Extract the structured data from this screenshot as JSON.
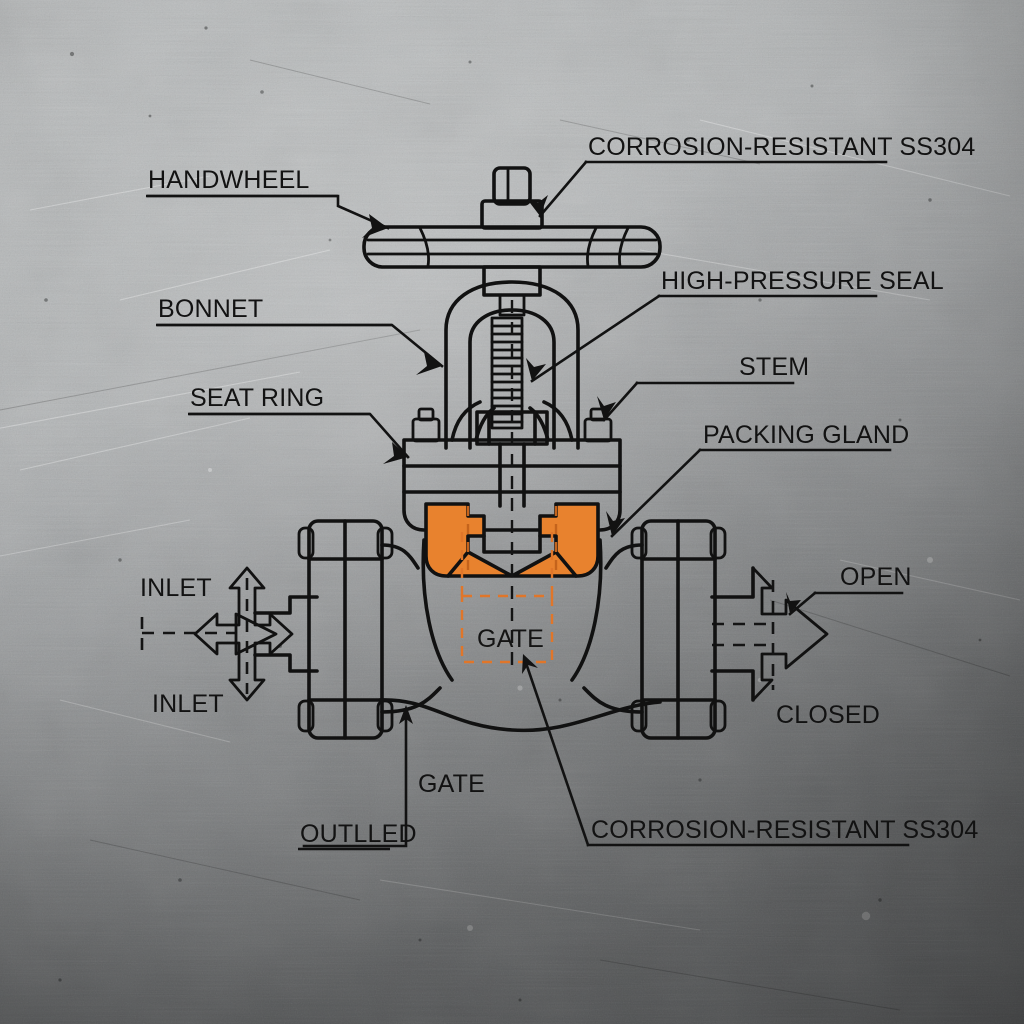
{
  "diagram": {
    "title": "Gate Valve Cutaway Technical Diagram",
    "background_color": "#a8abac",
    "line_color": "#111111",
    "accent_color": "#e8822e",
    "orange_dash_color": "#e0762a"
  },
  "labels": {
    "handwheel": "HANDWHEEL",
    "corrosion_top": "CORROSION-RESISTANT SS304",
    "bonnet": "BONNET",
    "high_pressure_seal": "HIGH-PRESSURE SEAL",
    "seat_ring": "SEAT RING",
    "stem": "STEM",
    "packing_gland": "PACKING GLAND",
    "inlet_upper": "INLET",
    "inlet_lower": "INLET",
    "open": "OPEN",
    "closed": "CLOSED",
    "gate_box": "GATE",
    "gate_lower": "GATE",
    "outlled": "OUTLLED",
    "corrosion_bottom": "CORROSION-RESISTANT SS304"
  },
  "callouts": [
    {
      "name": "handwheel",
      "text": "HANDWHEEL",
      "side": "left",
      "target": "handwheel-rim"
    },
    {
      "name": "corrosion-top",
      "text": "CORROSION-RESISTANT SS304",
      "side": "right",
      "target": "stem-top-collar"
    },
    {
      "name": "bonnet",
      "text": "BONNET",
      "side": "left",
      "target": "bonnet-yoke"
    },
    {
      "name": "high-pressure-seal",
      "text": "HIGH-PRESSURE SEAL",
      "side": "right",
      "target": "stem-threads"
    },
    {
      "name": "seat-ring",
      "text": "SEAT RING",
      "side": "left",
      "target": "bonnet-flange"
    },
    {
      "name": "stem",
      "text": "STEM",
      "side": "right",
      "target": "flange-bolt-right"
    },
    {
      "name": "packing-gland",
      "text": "PACKING GLAND",
      "side": "right",
      "target": "body-neck-right"
    },
    {
      "name": "corrosion-bottom",
      "text": "CORROSION-RESISTANT SS304",
      "side": "right",
      "target": "gate-box"
    },
    {
      "name": "outlled",
      "text": "OUTLLED",
      "side": "left",
      "target": "body-bottom-curve"
    },
    {
      "name": "open",
      "text": "OPEN",
      "side": "right",
      "target": "outlet-arrow"
    }
  ],
  "flow": {
    "inlet_direction": "right",
    "outlet_direction": "right",
    "state_open": "OPEN",
    "state_closed": "CLOSED"
  }
}
